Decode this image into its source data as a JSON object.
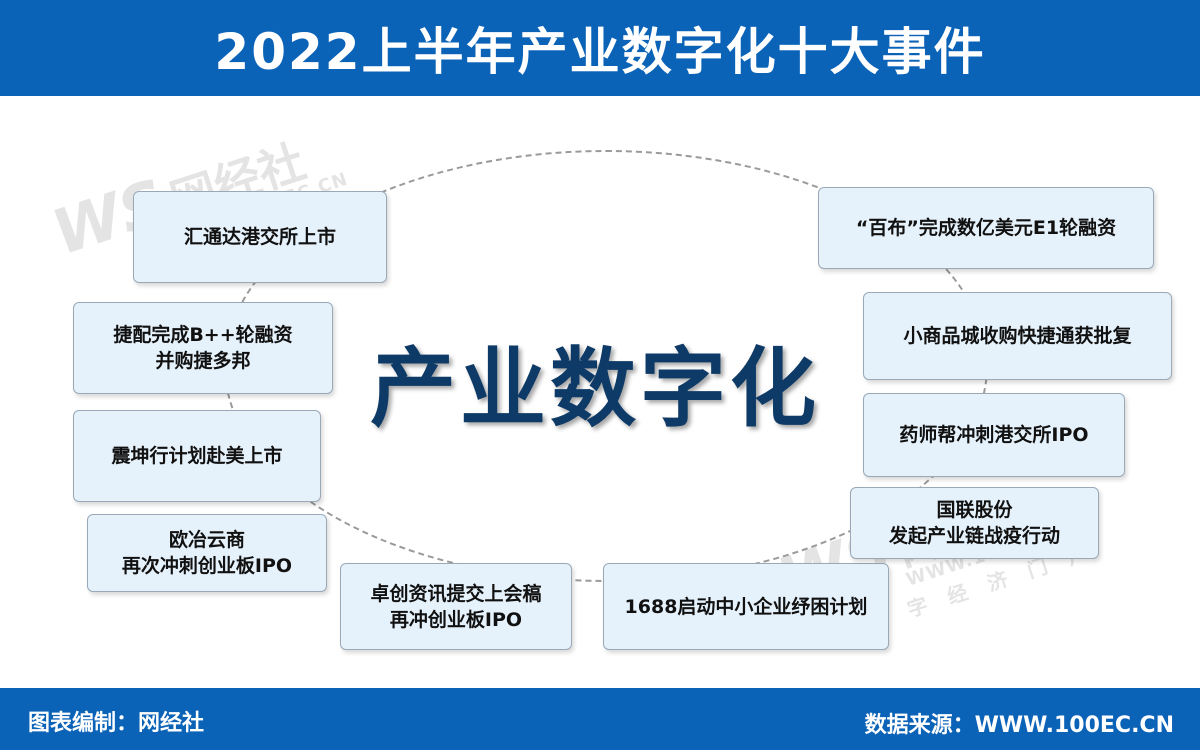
{
  "header": {
    "title": "2022上半年产业数字化十大事件"
  },
  "center": {
    "title": "产业数字化"
  },
  "events": {
    "e1": {
      "line1": "汇通达港交所上市"
    },
    "e2": {
      "line1": "捷配完成B++轮融资",
      "line2": "并购捷多邦"
    },
    "e3": {
      "line1": "震坤行计划赴美上市"
    },
    "e4": {
      "line1": "欧冶云商",
      "line2": "再次冲刺创业板IPO"
    },
    "e5": {
      "line1": "卓创资讯提交上会稿",
      "line2": "再冲创业板IPO"
    },
    "e6": {
      "line1": "1688启动中小企业纾困计划"
    },
    "e7": {
      "line1": "国联股份",
      "line2": "发起产业链战疫行动"
    },
    "e8": {
      "line1": "药师帮冲刺港交所IPO"
    },
    "e9": {
      "line1": "小商品城收购快捷通获批复"
    },
    "e10": {
      "line1": "“百布”完成数亿美元E1轮融资"
    }
  },
  "watermark": {
    "logo": "WS",
    "name": "网经社",
    "url": "WWW.100EC.CN",
    "tagline": "数字经济门户"
  },
  "footer": {
    "left": "图表编制：网经社",
    "right": "数据来源：WWW.100EC.CN"
  },
  "colors": {
    "brand_blue": "#0b63b8",
    "box_fill": "#e6f2fb",
    "center_text": "#0d3a66"
  }
}
